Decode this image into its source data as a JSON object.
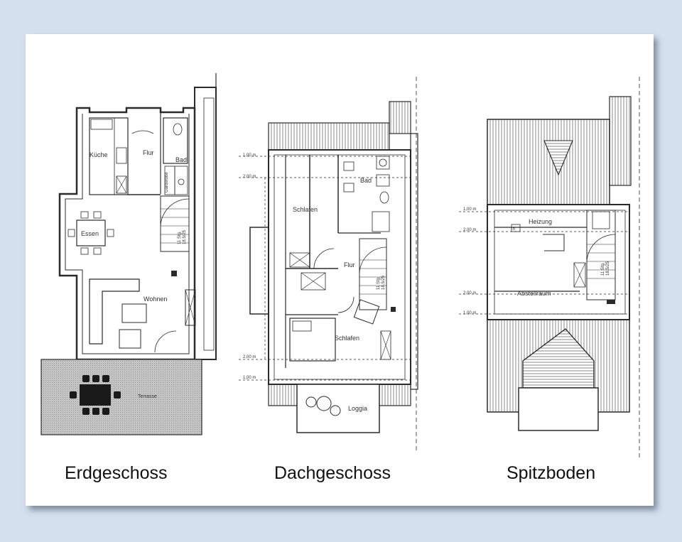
{
  "plans": [
    {
      "caption": "Erdgeschoss",
      "rooms": [
        "Küche",
        "Flur",
        "Bad",
        "Essen",
        "Wohnen",
        "Terrasse",
        "Garderobe"
      ],
      "stair_label": "11 Stg.\n18.5/25"
    },
    {
      "caption": "Dachgeschoss",
      "rooms": [
        "Bad",
        "Schlafen",
        "Flur",
        "Schlafen",
        "Loggia"
      ],
      "heights": [
        "1,00 m",
        "2,00 m",
        "2,00 m",
        "1,00 m"
      ],
      "stair_label": "11 Stg.\n18.5/25"
    },
    {
      "caption": "Spitzboden",
      "rooms": [
        "Heizung",
        "Abstellraum",
        "Th"
      ],
      "heights": [
        "1,00 m",
        "2,00 m",
        "2,00 m",
        "1,00 m"
      ],
      "stair_label": "11 Stg.\n18.5/25"
    }
  ],
  "colors": {
    "background": "#d3e1ef",
    "card": "#ffffff",
    "ink": "#2b2b2b",
    "terrace": "#b9b9b9"
  }
}
